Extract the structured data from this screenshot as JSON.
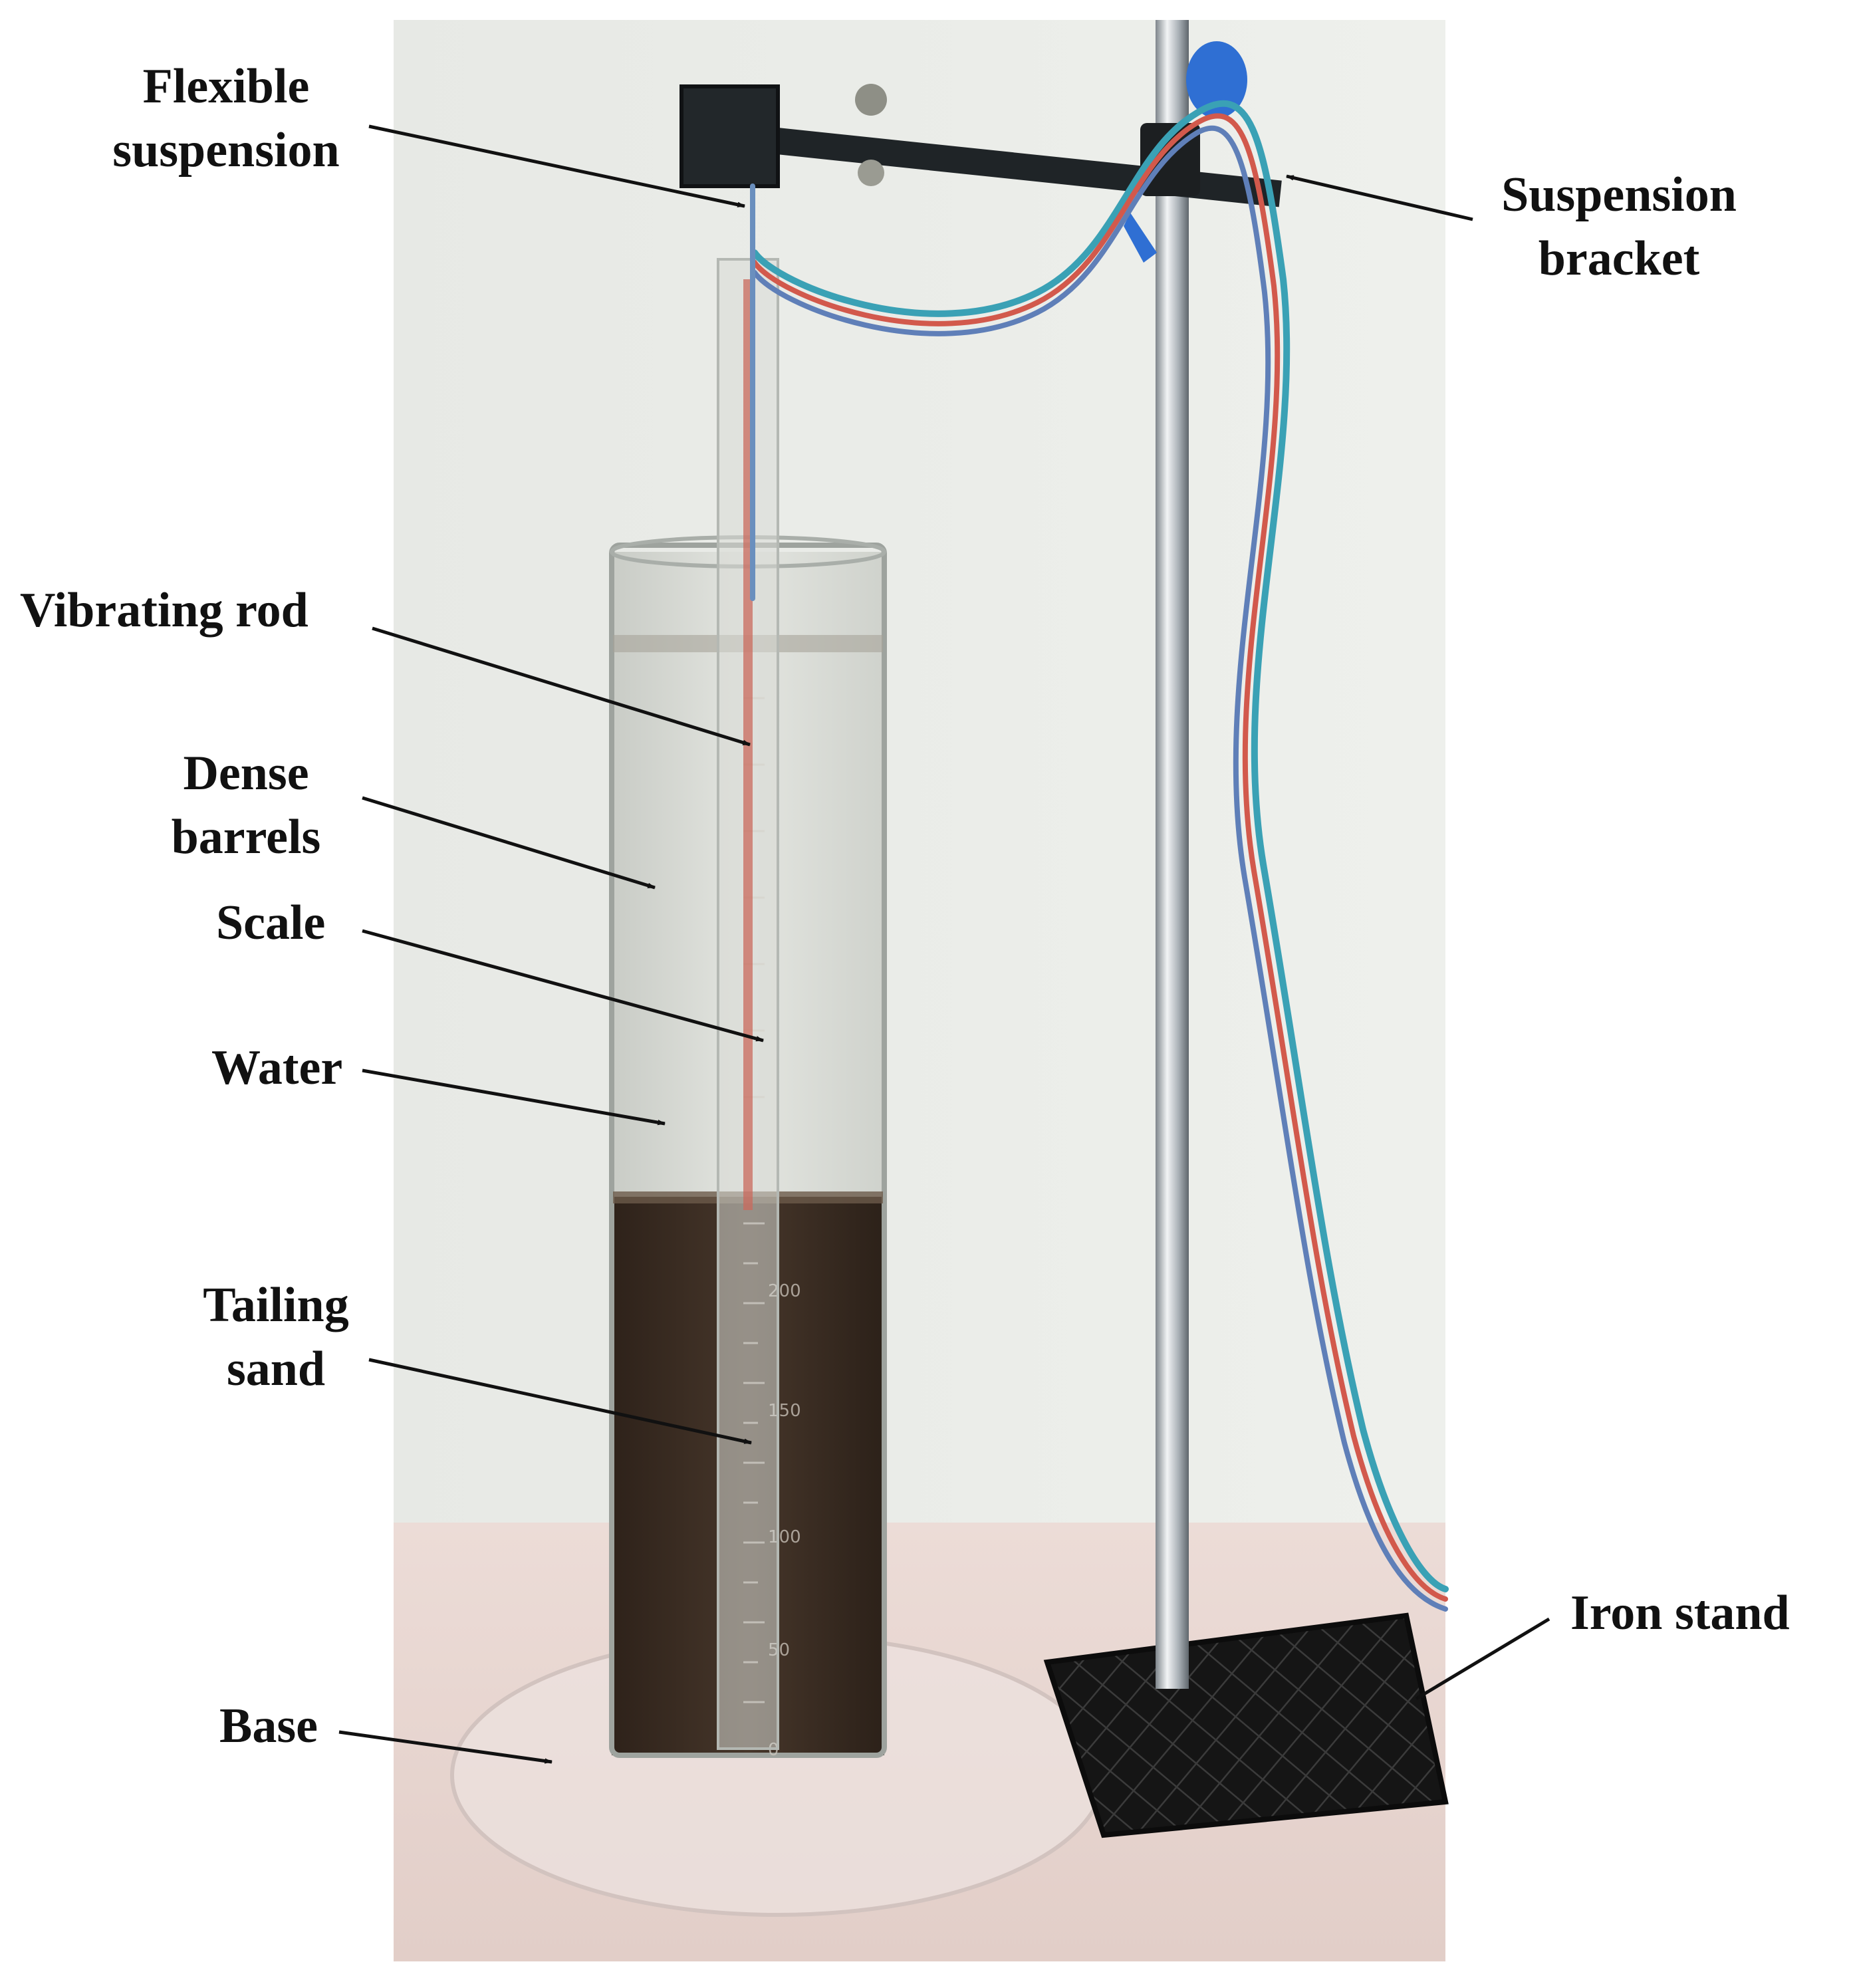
{
  "labels": {
    "flexible_suspension": "Flexible\nsuspension",
    "suspension_bracket": "Suspension\nbracket",
    "vibrating_rod": "Vibrating rod",
    "dense_barrels": "Dense\nbarrels",
    "scale": "Scale",
    "water": "Water",
    "tailing_sand": "Tailing\nsand",
    "iron_stand": "Iron stand",
    "base": "Base"
  },
  "scale_marks": [
    "200",
    "150",
    "100",
    "50",
    "0"
  ],
  "colors": {
    "wall": "#e9ebe7",
    "table": "#ead8d3",
    "water": "#dcdfda",
    "sand": "#3e2f24",
    "stand": "#1a1a1a",
    "rod": "#c7ccd1",
    "cap": "#2f6fd3",
    "arrow": "#111111"
  }
}
